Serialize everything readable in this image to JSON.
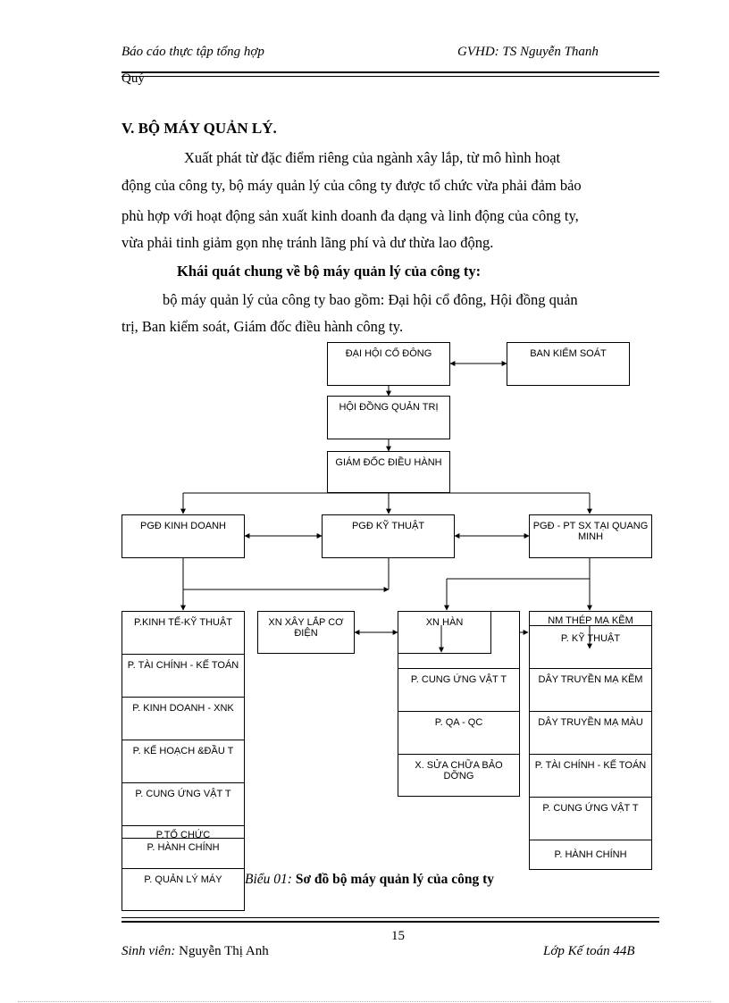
{
  "header": {
    "left": "Báo cáo thực tập tổng hợp",
    "right": "GVHD: TS Nguyễn Thanh",
    "continued": "Quý"
  },
  "section": {
    "heading": "V. BỘ MÁY QUẢN LÝ.",
    "para1_line1": "Xuất phát từ đặc điểm riêng của ngành xây lắp, từ mô hình hoạt",
    "para1_line2": "động của công ty, bộ máy quản lý của công ty được tổ chức vừa phải đảm bảo",
    "para1_line3": "phù hợp với hoạt động sản xuất kinh doanh đa dạng và linh động của công ty,",
    "para1_line4": "vừa phải tinh giảm gọn nhẹ tránh lãng phí và dư thừa lao động.",
    "subheading": "Khái quát chung về bộ máy quản lý của công ty:",
    "para2_line1": "bộ máy quản lý của công ty bao gồm: Đại hội cổ đông, Hội đồng quản",
    "para2_line2": "trị, Ban kiểm soát, Giám đốc điều hành công ty."
  },
  "org_chart": {
    "dai_hoi": "ĐẠI HỘI CỔ ĐÔNG",
    "ban_kiem_soat": "BAN KIỂM SOÁT",
    "hoi_dong": "HỘI ĐỒNG QUẢN TRỊ",
    "giam_doc": "GIÁM ĐỐC ĐIỀU HÀNH",
    "pgd_kinh_doanh": "PGĐ KINH DOANH",
    "pgd_ky_thuat": "PGĐ KỸ THUẬT",
    "pgd_pt": "PGĐ - PT SX TẠI QUANG MINH",
    "xn_xay_lap": "XN XÂY LẮP CƠ ĐIỆN",
    "xn_han": "XN HÀN",
    "left_units": [
      "P.KINH TẾ-KỸ THUẬT",
      "P. TÀI CHÍNH - KẾ TOÁN",
      "P. KINH DOANH - XNK",
      "P. KẾ HOẠCH &ĐẦU T",
      "P. CUNG ỨNG VẬT T",
      "P.TỔ CHỨC",
      "P. HÀNH CHÍNH",
      "P. QUẢN LÝ MÁY"
    ],
    "middle_units": [
      "P. CUNG ỨNG VẬT T",
      "P. QA - QC",
      "X. SỬA CHỮA BẢO DỠNG"
    ],
    "right_units": [
      "NM THÉP MẠ KẼM",
      "P. KỸ THUẬT",
      "DÂY TRUYỀN MẠ KẼM",
      "DÂY TRUYỀN MẠ MÀU",
      "P. TÀI CHÍNH - KẾ TOÁN",
      "P. CUNG ỨNG VẬT T",
      "P. HÀNH CHÍNH"
    ]
  },
  "caption": {
    "prefix": "Biểu 01",
    "title": "Sơ đồ bộ máy quản lý của công ty"
  },
  "footer": {
    "page_number": "15",
    "student_label": "Sinh viên:",
    "student_name": "Nguyễn Thị Anh",
    "class": "Lớp Kế toán 44B"
  }
}
